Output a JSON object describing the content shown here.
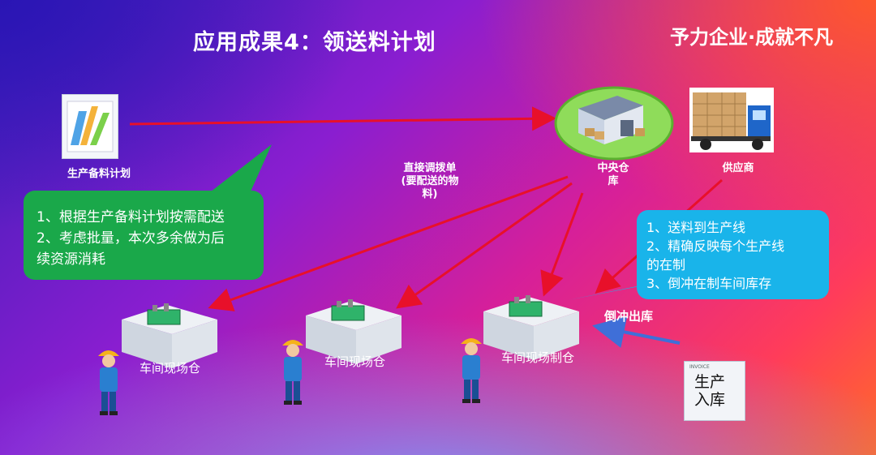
{
  "title": "应用成果4：领送料计划",
  "slogan": "予力企业·成就不凡",
  "nodes": {
    "plan_label": "生产备料计划",
    "central_warehouse_label": "中央仓\n库",
    "supplier_label": "供应商",
    "transfer_label": "直接调拨单\n(要配送的物\n料)",
    "workshop1_label": "车间现场仓",
    "workshop2_label": "车间现场仓",
    "workshop3_label": "车间现场制仓",
    "backflush_label": "倒冲出库",
    "production_doc_label": "生产\n入库",
    "invoice_label": "INVOICE"
  },
  "green_box": {
    "lines": [
      "1、根据生产备料计划按需配送",
      "2、考虑批量，本次多余做为后",
      "续资源消耗"
    ]
  },
  "blue_box": {
    "lines": [
      "1、送料到生产线",
      "2、精确反映每个生产线",
      "的在制",
      "3、倒冲在制车间库存"
    ]
  },
  "colors": {
    "arrow": "#e8102a",
    "green_box": "#1aa84a",
    "blue_box": "#19b4ea"
  }
}
